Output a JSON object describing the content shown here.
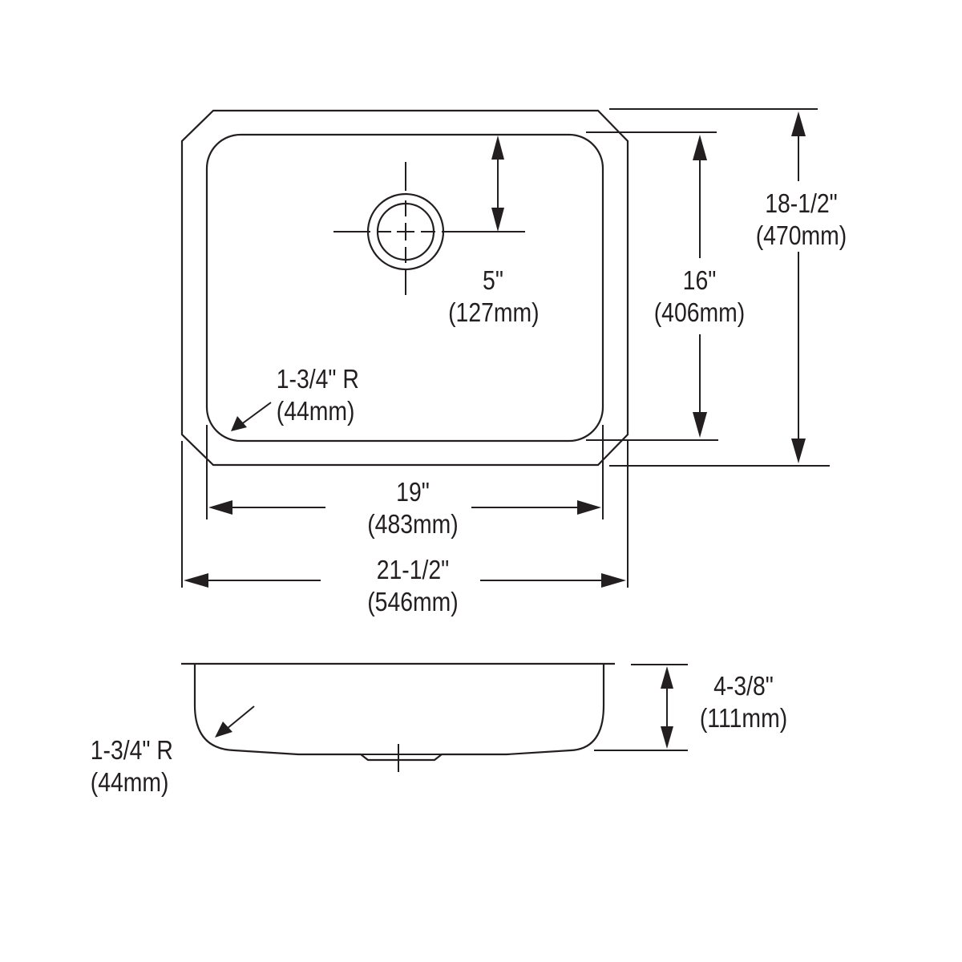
{
  "diagram": {
    "title": "Undermount sink dimension drawing",
    "stroke_color": "#231f20",
    "background_color": "#ffffff",
    "top_view": {
      "drain_offset": {
        "imperial": "5\"",
        "metric": "(127mm)"
      },
      "bowl_length": {
        "imperial": "16\"",
        "metric": "(406mm)"
      },
      "overall_length": {
        "imperial": "18-1/2\"",
        "metric": "(470mm)"
      },
      "bowl_width": {
        "imperial": "19\"",
        "metric": "(483mm)"
      },
      "overall_width": {
        "imperial": "21-1/2\"",
        "metric": "(546mm)"
      },
      "corner_radius": {
        "imperial": "1-3/4\" R",
        "metric": "(44mm)"
      }
    },
    "side_view": {
      "depth": {
        "imperial": "4-3/8\"",
        "metric": "(111mm)"
      },
      "corner_radius": {
        "imperial": "1-3/4\" R",
        "metric": "(44mm)"
      }
    }
  }
}
